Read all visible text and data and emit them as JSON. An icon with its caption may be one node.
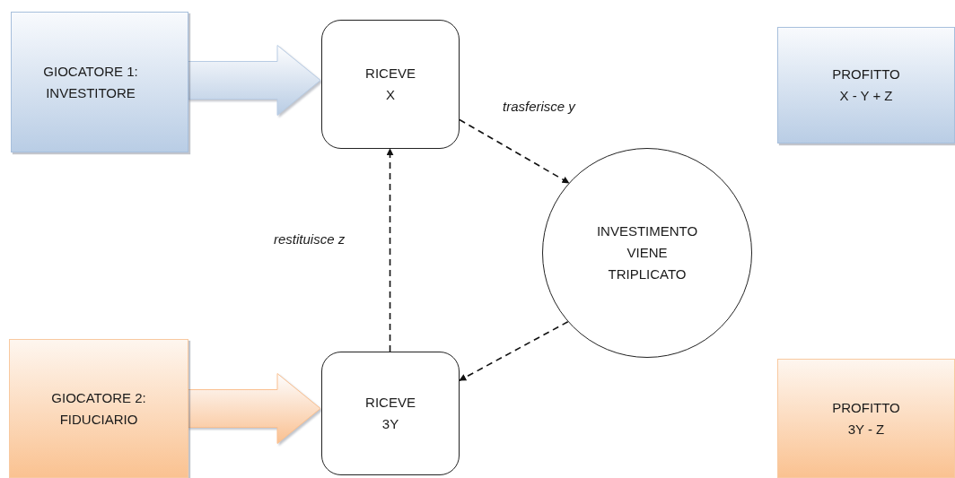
{
  "diagram": {
    "nodes": [
      {
        "text": [
          "GIOCATORE 1: INVESTITORE"
        ]
      },
      {
        "text": [
          "RICEVE X"
        ]
      },
      {
        "text": [
          "PROFITTO X - Y + Z"
        ]
      },
      {
        "text": [
          "INVESTIMENTO VIENE TRIPLICATO"
        ]
      },
      {
        "text": [
          "GIOCATORE 2: FIDUCIARIO"
        ]
      },
      {
        "text": [
          "RICEVE 3Y"
        ]
      },
      {
        "text": [
          "PROFITTO 3Y - Z"
        ]
      }
    ],
    "edges": [
      {
        "from": 0,
        "to": 1,
        "arrow": "to",
        "style": "thick",
        "color": "#b8cce4"
      },
      {
        "from": 4,
        "to": 5,
        "arrow": "to",
        "style": "thick",
        "color": "#fac090"
      },
      {
        "from": 1,
        "to": 3,
        "arrow": "to",
        "style": "dashed",
        "label": "trasferisce y"
      },
      {
        "from": 3,
        "to": 5,
        "arrow": "to",
        "style": "dashed"
      },
      {
        "from": 5,
        "to": 1,
        "arrow": "to",
        "style": "dashed",
        "label": "restituisce z"
      }
    ]
  }
}
